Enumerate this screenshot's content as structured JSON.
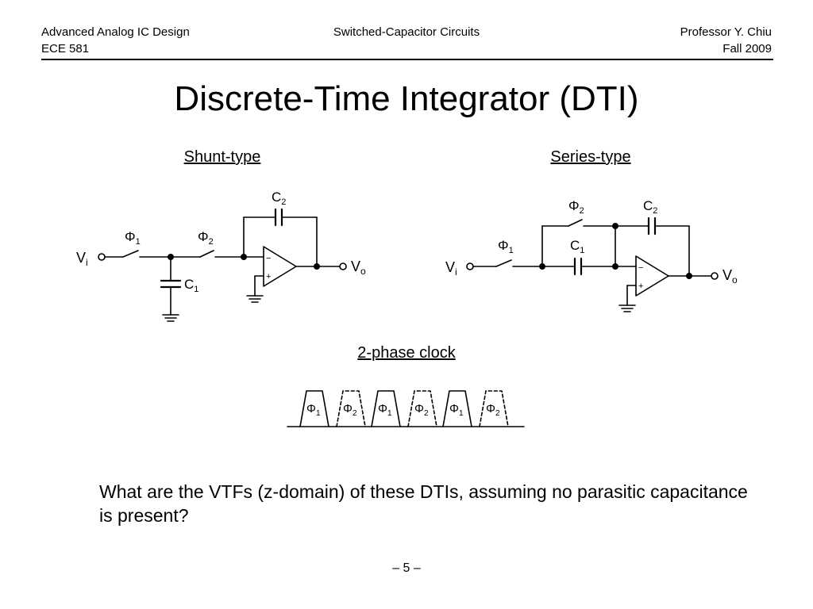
{
  "header": {
    "course_title": "Advanced Analog IC Design",
    "course_code": "ECE 581",
    "topic": "Switched-Capacitor Circuits",
    "instructor": "Professor Y. Chiu",
    "term": "Fall 2009"
  },
  "title": "Discrete-Time Integrator (DTI)",
  "shunt": {
    "label": "Shunt-type",
    "vin": "V",
    "vin_sub": "i",
    "vout": "V",
    "vout_sub": "o",
    "phi1": "Φ",
    "phi1_sub": "1",
    "phi2": "Φ",
    "phi2_sub": "2",
    "c1": "C",
    "c1_sub": "1",
    "c2": "C",
    "c2_sub": "2",
    "opamp_minus": "−",
    "opamp_plus": "+"
  },
  "series": {
    "label": "Series-type",
    "vin": "V",
    "vin_sub": "i",
    "vout": "V",
    "vout_sub": "o",
    "phi1": "Φ",
    "phi1_sub": "1",
    "phi2": "Φ",
    "phi2_sub": "2",
    "c1": "C",
    "c1_sub": "1",
    "c2": "C",
    "c2_sub": "2",
    "opamp_minus": "−",
    "opamp_plus": "+"
  },
  "clock": {
    "label": "2-phase clock",
    "pulses": [
      {
        "phi": "Φ",
        "sub": "1",
        "style": "solid"
      },
      {
        "phi": "Φ",
        "sub": "2",
        "style": "dashed"
      },
      {
        "phi": "Φ",
        "sub": "1",
        "style": "solid"
      },
      {
        "phi": "Φ",
        "sub": "2",
        "style": "dashed"
      },
      {
        "phi": "Φ",
        "sub": "1",
        "style": "solid"
      },
      {
        "phi": "Φ",
        "sub": "2",
        "style": "dashed"
      }
    ]
  },
  "question": "What are the VTFs (z-domain) of these DTIs, assuming no parasitic capacitance is present?",
  "page_number": "– 5 –"
}
